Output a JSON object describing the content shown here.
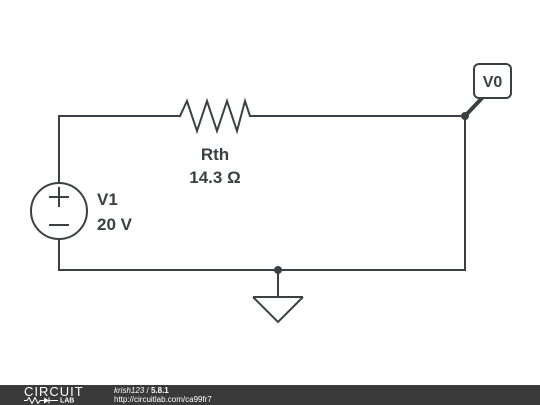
{
  "circuit": {
    "resistor": {
      "name": "Rth",
      "value": "14.3 Ω"
    },
    "source": {
      "name": "V1",
      "value": "20 V"
    },
    "probe": {
      "label": "V0"
    }
  },
  "footer": {
    "logo_top": "CIRCUIT",
    "logo_bottom": "LAB",
    "user": "krish123",
    "separator": "/",
    "version": "5.8.1",
    "url": "http://circuitlab.com/ca99fr7"
  }
}
